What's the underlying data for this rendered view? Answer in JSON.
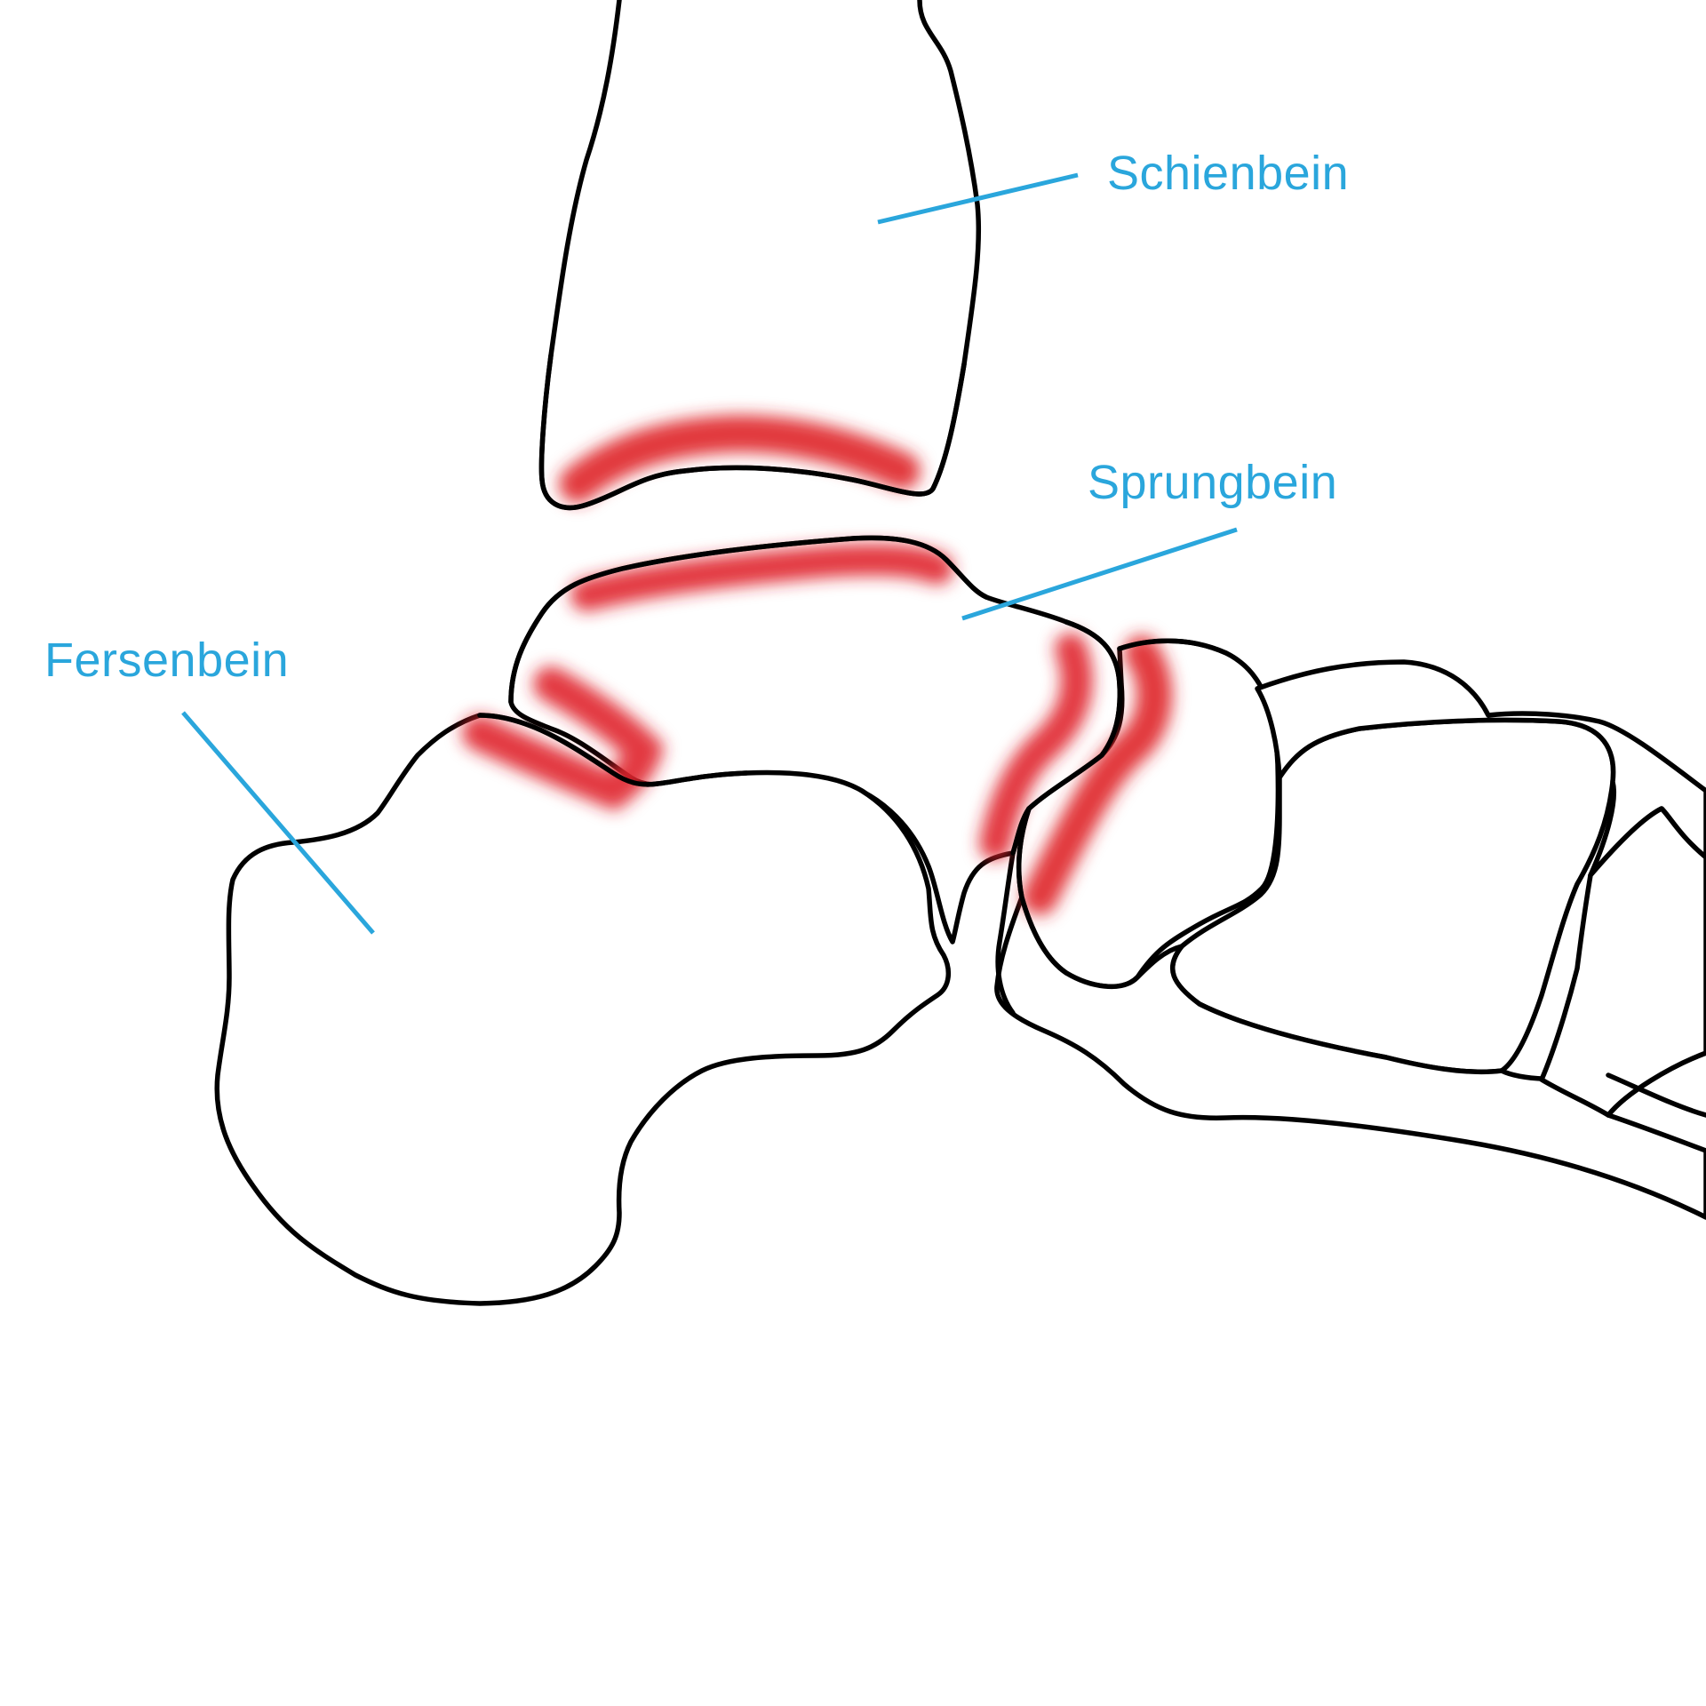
{
  "colors": {
    "label": "#2aa6dc",
    "leader": "#2aa6dc",
    "inflammation": "#e0262b",
    "outline": "#000000",
    "background": "#ffffff"
  },
  "labels": {
    "tibia": "Schienbein",
    "talus": "Sprungbein",
    "calcaneus": "Fersenbein"
  }
}
